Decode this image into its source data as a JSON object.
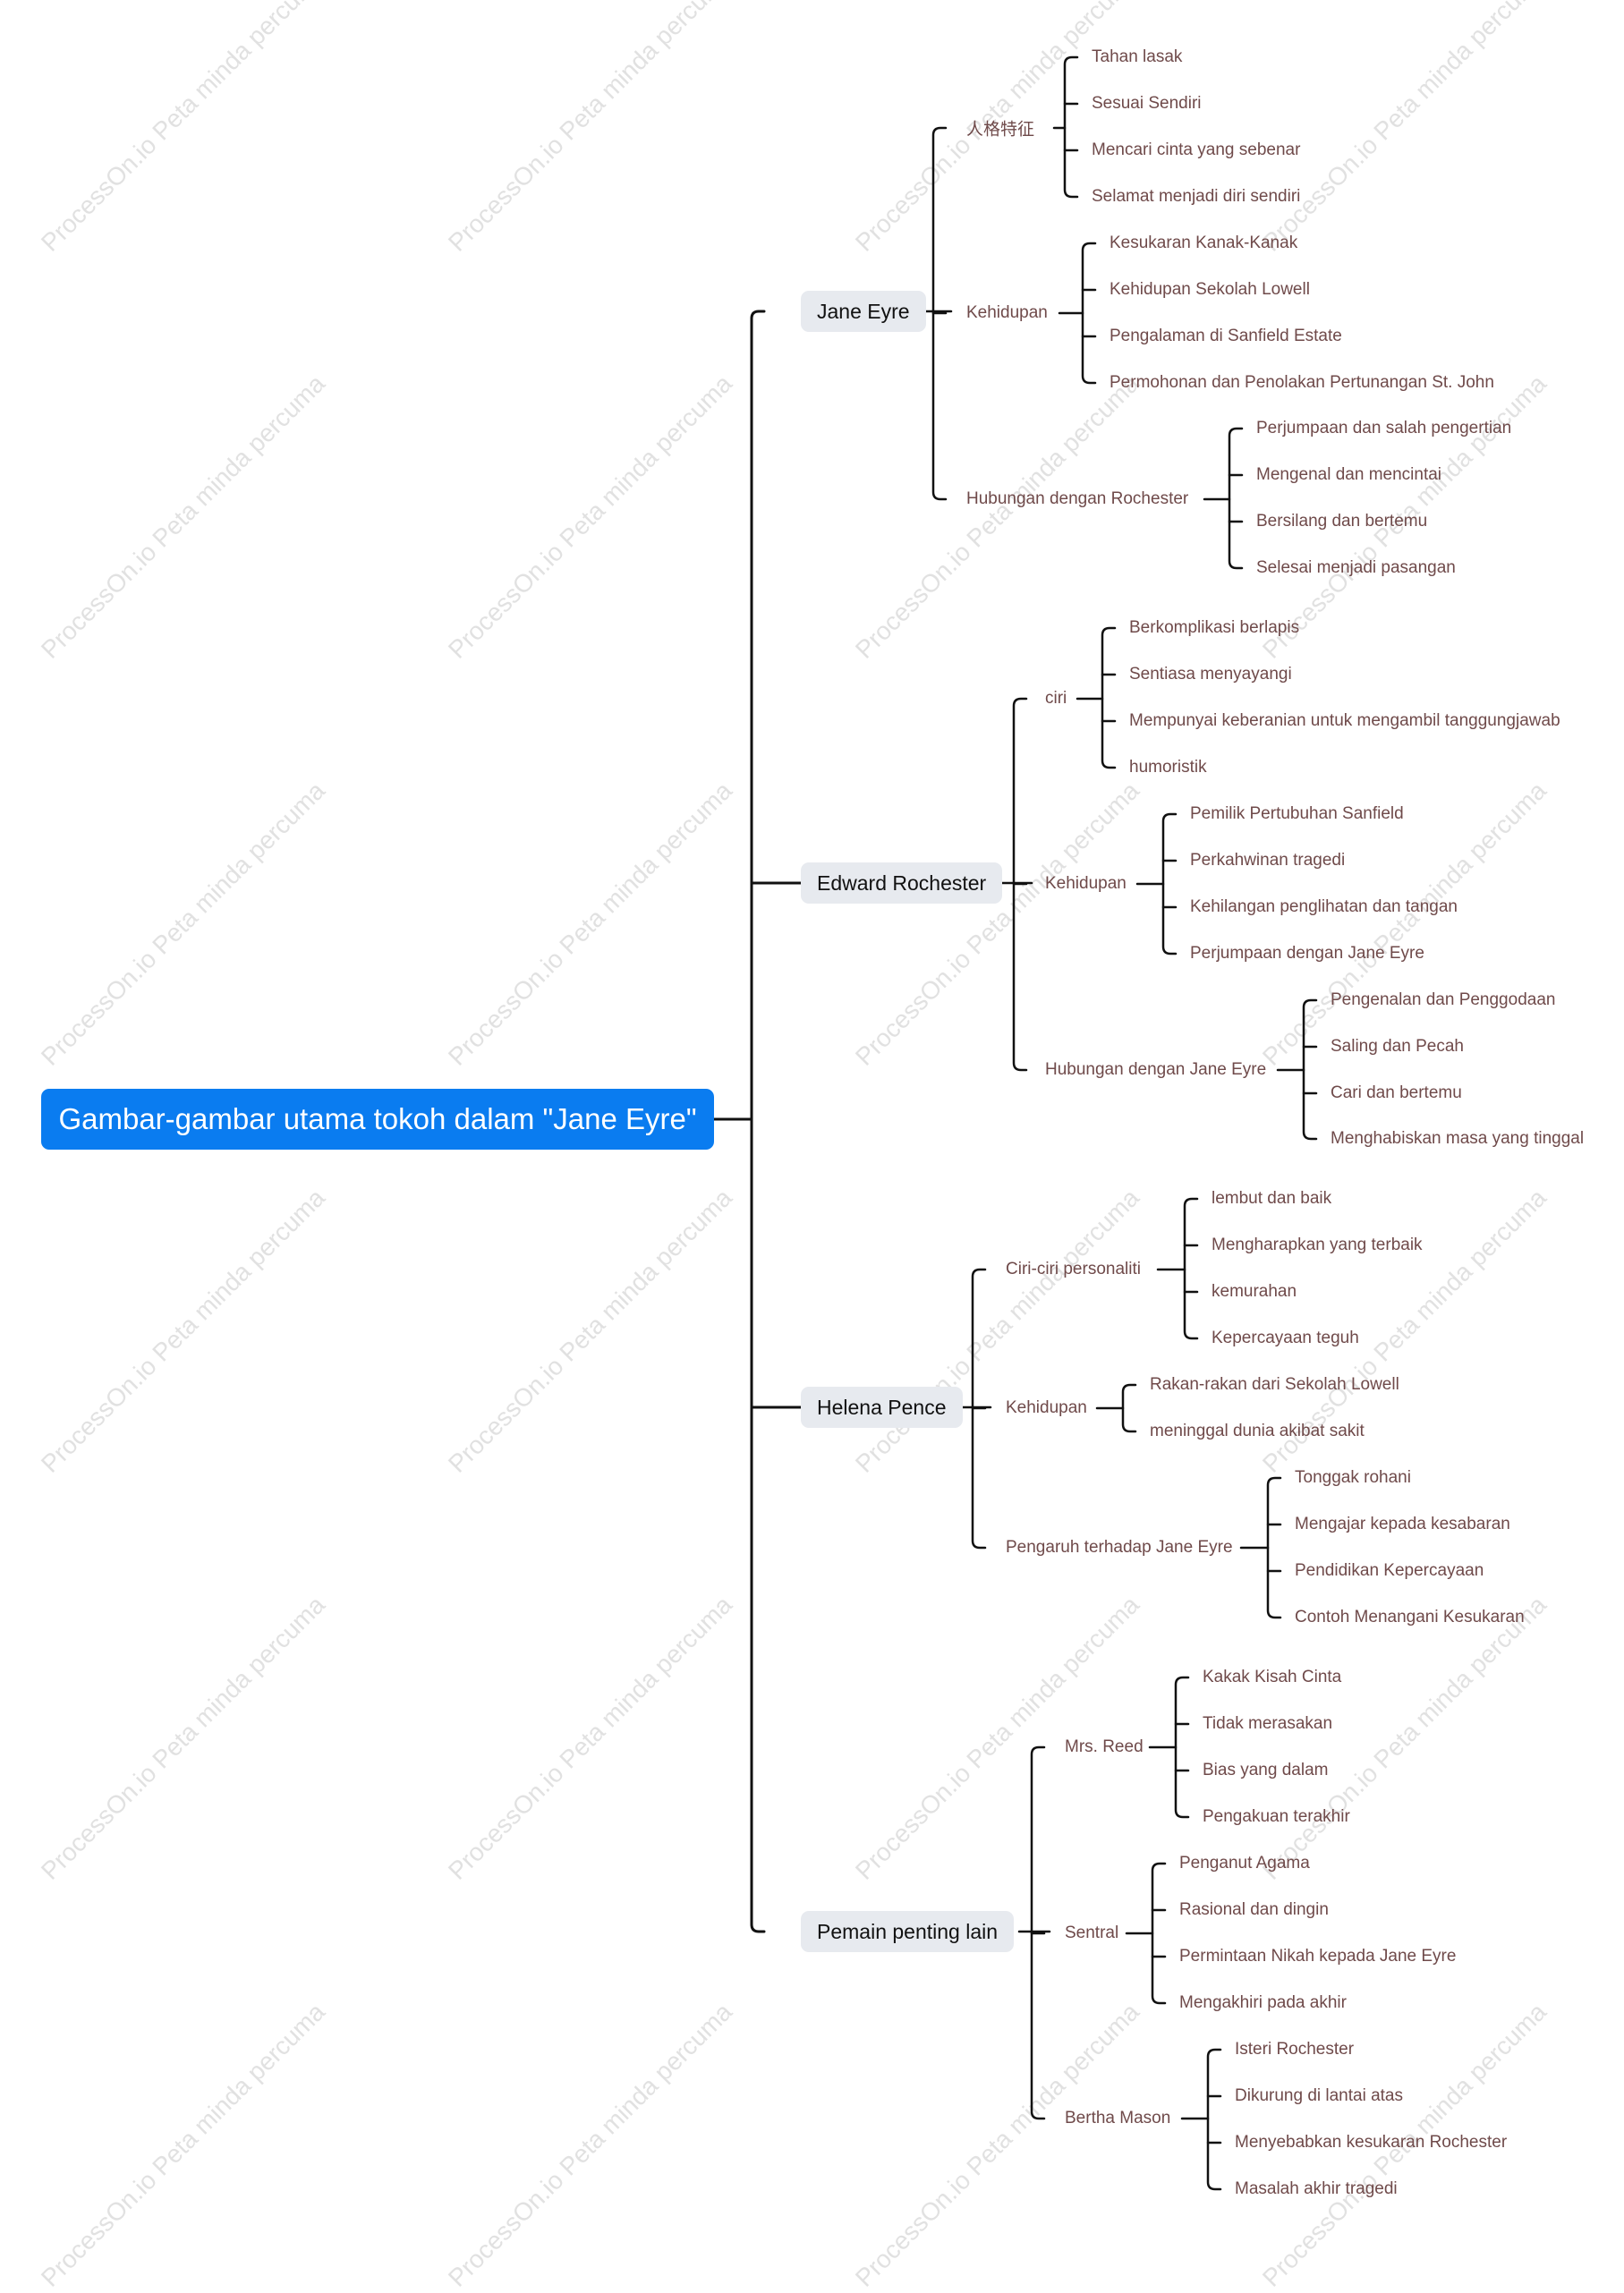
{
  "watermark": "ProcessOn.io Peta minda percuma",
  "colors": {
    "root_bg": "#0a7cf0",
    "node_bg": "#e7eaef",
    "line": "#111111",
    "leaf_text": "#6f4a4a"
  },
  "root": "Gambar-gambar utama tokoh dalam \"Jane Eyre\"",
  "branches": [
    {
      "label": "Jane Eyre",
      "children": [
        {
          "label": "人格特征",
          "children": [
            "Tahan lasak",
            "Sesuai Sendiri",
            "Mencari cinta yang sebenar",
            "Selamat menjadi diri sendiri"
          ]
        },
        {
          "label": "Kehidupan",
          "children": [
            "Kesukaran Kanak-Kanak",
            "Kehidupan Sekolah Lowell",
            "Pengalaman di Sanfield Estate",
            "Permohonan dan Penolakan Pertunangan St. John"
          ]
        },
        {
          "label": "Hubungan dengan Rochester",
          "children": [
            "Perjumpaan dan salah pengertian",
            "Mengenal dan mencintai",
            "Bersilang dan bertemu",
            "Selesai menjadi pasangan"
          ]
        }
      ]
    },
    {
      "label": "Edward Rochester",
      "children": [
        {
          "label": "ciri",
          "children": [
            "Berkomplikasi berlapis",
            "Sentiasa menyayangi",
            "Mempunyai keberanian untuk mengambil tanggungjawab",
            "humoristik"
          ]
        },
        {
          "label": "Kehidupan",
          "children": [
            "Pemilik Pertubuhan Sanfield",
            "Perkahwinan tragedi",
            "Kehilangan penglihatan dan tangan",
            "Perjumpaan dengan Jane Eyre"
          ]
        },
        {
          "label": "Hubungan dengan Jane Eyre",
          "children": [
            "Pengenalan dan Penggodaan",
            "Saling dan Pecah",
            "Cari dan bertemu",
            "Menghabiskan masa yang tinggal"
          ]
        }
      ]
    },
    {
      "label": "Helena Pence",
      "children": [
        {
          "label": "Ciri-ciri personaliti",
          "children": [
            "lembut dan baik",
            "Mengharapkan yang terbaik",
            "kemurahan",
            "Kepercayaan teguh"
          ]
        },
        {
          "label": "Kehidupan",
          "children": [
            "Rakan-rakan dari Sekolah Lowell",
            "meninggal dunia akibat sakit"
          ]
        },
        {
          "label": "Pengaruh terhadap Jane Eyre",
          "children": [
            "Tonggak rohani",
            "Mengajar kepada kesabaran",
            "Pendidikan Kepercayaan",
            "Contoh Menangani Kesukaran"
          ]
        }
      ]
    },
    {
      "label": "Pemain penting lain",
      "children": [
        {
          "label": "Mrs. Reed",
          "children": [
            "Kakak Kisah Cinta",
            "Tidak merasakan",
            "Bias yang dalam",
            "Pengakuan terakhir"
          ]
        },
        {
          "label": "Sentral",
          "children": [
            "Penganut Agama",
            "Rasional dan dingin",
            "Permintaan Nikah kepada Jane Eyre",
            "Mengakhiri pada akhir"
          ]
        },
        {
          "label": "Bertha Mason",
          "children": [
            "Isteri Rochester",
            "Dikurung di lantai atas",
            "Menyebabkan kesukaran Rochester",
            "Masalah akhir tragedi"
          ]
        }
      ]
    }
  ]
}
